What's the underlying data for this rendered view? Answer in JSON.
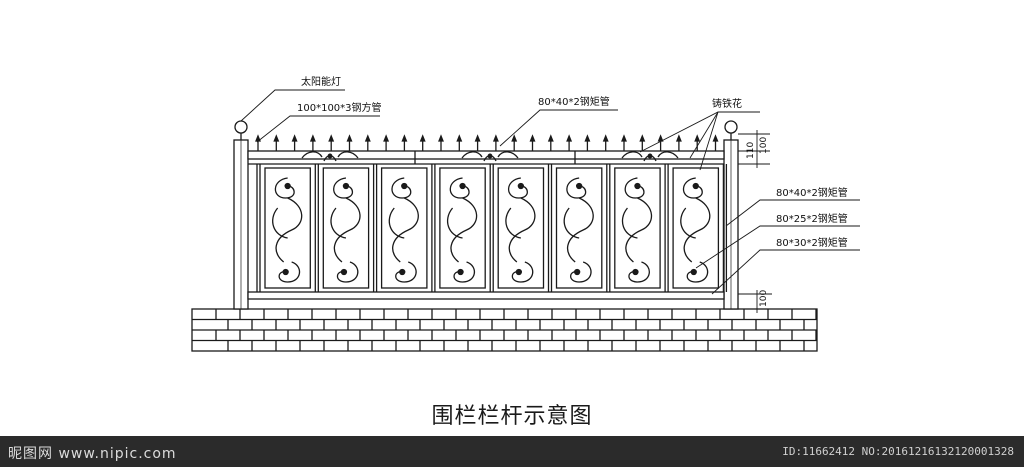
{
  "labels": {
    "solar_lamp": "太阳能灯",
    "post_tube": "100*100*3钢方管",
    "top_rail": "80*40*2钢矩管",
    "cast_iron": "铸铁花",
    "right_rail_1": "80*40*2钢矩管",
    "right_rail_2": "80*25*2钢矩管",
    "right_rail_3": "80*30*2钢矩管",
    "dim_top_a": "110",
    "dim_top_b": "100",
    "dim_bottom": "100"
  },
  "caption": "围栏栏杆示意图",
  "watermark": {
    "site": "昵图网 www.nipic.com",
    "id": "ID:11662412 NO:20161216132120001328"
  }
}
